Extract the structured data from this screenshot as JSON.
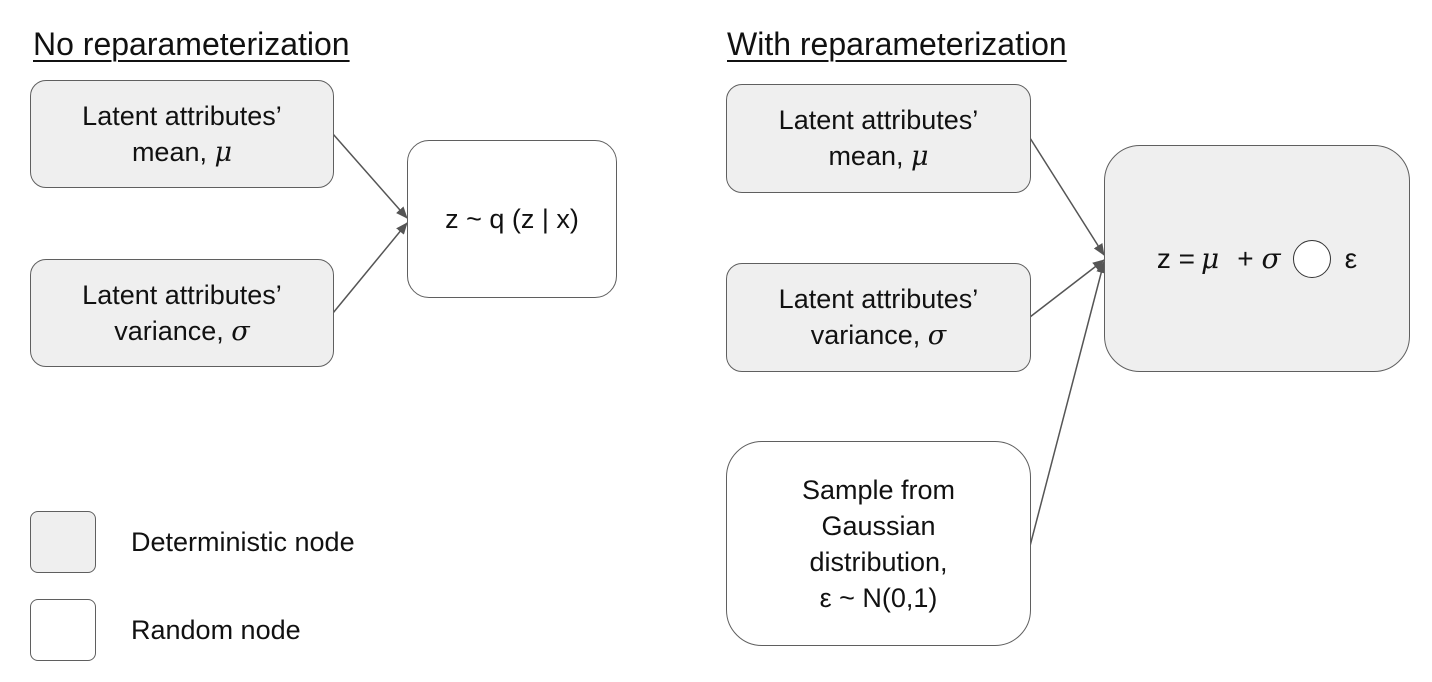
{
  "left": {
    "title": "No reparameterization",
    "mean_node": {
      "line1": "Latent attributes’",
      "line2_text": "mean, ",
      "symbol": "μ"
    },
    "variance_node": {
      "line1": "Latent attributes’",
      "line2_text": "variance, ",
      "symbol": "σ"
    },
    "sample_node": {
      "text": "z ~ q (z | x)"
    }
  },
  "right": {
    "title": "With reparameterization",
    "mean_node": {
      "line1": "Latent attributes’",
      "line2_text": "mean, ",
      "symbol": "μ"
    },
    "variance_node": {
      "line1": "Latent attributes’",
      "line2_text": "variance, ",
      "symbol": "σ"
    },
    "gaussian_node": {
      "lines": [
        "Sample from",
        "Gaussian",
        "distribution,",
        "ε ~ N(0,1)"
      ]
    },
    "z_node": {
      "prefix": "z = ",
      "mu": "μ",
      "plus": "+",
      "sigma": "σ",
      "epsilon": "ε"
    }
  },
  "legend": {
    "deterministic": "Deterministic node",
    "random": "Random node"
  },
  "colors": {
    "deterministic_fill": "#efefef",
    "random_fill": "#ffffff",
    "border": "#5f5f5f",
    "arrow": "#555555"
  }
}
